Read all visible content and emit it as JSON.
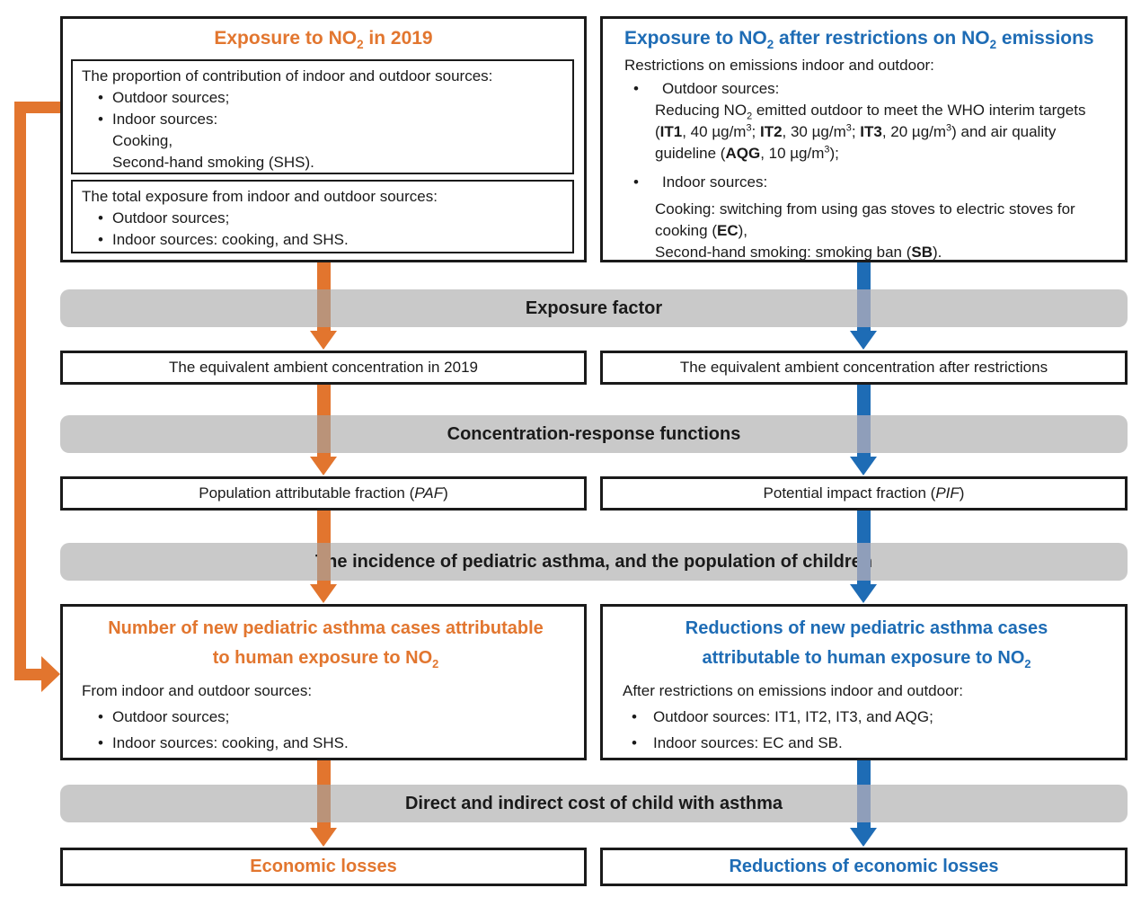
{
  "colors": {
    "orange": "#e2752e",
    "blue": "#1e6cb5",
    "band_gray": "#c9c9c9",
    "orange_muted_over_band": "#ba9379",
    "blue_muted_over_band": "#8f9eba",
    "border_black": "#1a1a1a"
  },
  "ui": {
    "bullet": "•"
  },
  "top_left": {
    "title": [
      {
        "t": "Exposure to NO"
      },
      {
        "t": "2",
        "s": "sub"
      },
      {
        "t": " in 2019"
      }
    ],
    "panel1": {
      "heading": "The proportion of contribution of indoor and outdoor sources:",
      "bullet1": "Outdoor sources;",
      "bullet2": "Indoor sources:",
      "bullet2_line2": "Cooking,",
      "bullet2_line3": "Second-hand smoking (SHS)."
    },
    "panel2": {
      "heading": "The total exposure from indoor and outdoor sources:",
      "bullet1": "Outdoor sources;",
      "bullet2": "Indoor sources: cooking, and SHS."
    }
  },
  "top_right": {
    "title": [
      {
        "t": "Exposure to NO"
      },
      {
        "t": "2",
        "s": "sub"
      },
      {
        "t": " after restrictions on NO"
      },
      {
        "t": "2",
        "s": "sub"
      },
      {
        "t": " emissions"
      }
    ],
    "heading": "Restrictions on emissions indoor and outdoor:",
    "bullet1_label": "Outdoor sources:",
    "bullet1_detail": [
      {
        "t": "Reducing NO"
      },
      {
        "t": "2",
        "s": "sub"
      },
      {
        "t": " emitted outdoor to meet the WHO interim targets ("
      },
      {
        "t": "IT1",
        "s": "b"
      },
      {
        "t": ", 40 µg/m"
      },
      {
        "t": "3",
        "s": "sup"
      },
      {
        "t": "; "
      },
      {
        "t": "IT2",
        "s": "b"
      },
      {
        "t": ", 30 µg/m"
      },
      {
        "t": "3",
        "s": "sup"
      },
      {
        "t": "; "
      },
      {
        "t": "IT3",
        "s": "b"
      },
      {
        "t": ", 20 µg/m"
      },
      {
        "t": "3",
        "s": "sup"
      },
      {
        "t": ") and air quality guideline ("
      },
      {
        "t": "AQG",
        "s": "b"
      },
      {
        "t": ", 10 µg/m"
      },
      {
        "t": "3",
        "s": "sup"
      },
      {
        "t": ");"
      }
    ],
    "bullet2_label": "Indoor sources:",
    "bullet2_detail1": [
      {
        "t": "Cooking: switching from using gas stoves to electric stoves for cooking ("
      },
      {
        "t": "EC",
        "s": "b"
      },
      {
        "t": "),"
      }
    ],
    "bullet2_detail2": [
      {
        "t": "Second-hand smoking: smoking ban ("
      },
      {
        "t": "SB",
        "s": "b"
      },
      {
        "t": ")."
      }
    ]
  },
  "bands": {
    "exposure_factor": "Exposure factor",
    "crf": "Concentration-response functions",
    "incidence": "The incidence of pediatric asthma, and the population of children",
    "cost": "Direct and indirect cost of child with asthma"
  },
  "row_concentration": {
    "left": "The equivalent ambient concentration in 2019",
    "right": "The equivalent ambient concentration after restrictions"
  },
  "row_fraction": {
    "left": [
      {
        "t": "Population attributable fraction ("
      },
      {
        "t": "PAF",
        "s": "i"
      },
      {
        "t": ")"
      }
    ],
    "right": [
      {
        "t": "Potential impact fraction ("
      },
      {
        "t": "PIF",
        "s": "i"
      },
      {
        "t": ")"
      }
    ]
  },
  "big_left": {
    "title": [
      {
        "t": "Number of new pediatric asthma cases attributable to human exposure to NO"
      },
      {
        "t": "2",
        "s": "sub"
      }
    ],
    "heading": "From indoor and outdoor sources:",
    "bullet1": "Outdoor sources;",
    "bullet2": "Indoor sources: cooking, and SHS."
  },
  "big_right": {
    "title": [
      {
        "t": "Reductions of new pediatric asthma cases attributable to human exposure to NO"
      },
      {
        "t": "2",
        "s": "sub"
      }
    ],
    "heading": "After restrictions on emissions indoor and outdoor:",
    "bullet1": "Outdoor sources: IT1, IT2, IT3, and AQG;",
    "bullet2": "Indoor sources: EC and SB."
  },
  "bottom": {
    "left": "Economic losses",
    "right": "Reductions of economic losses"
  }
}
